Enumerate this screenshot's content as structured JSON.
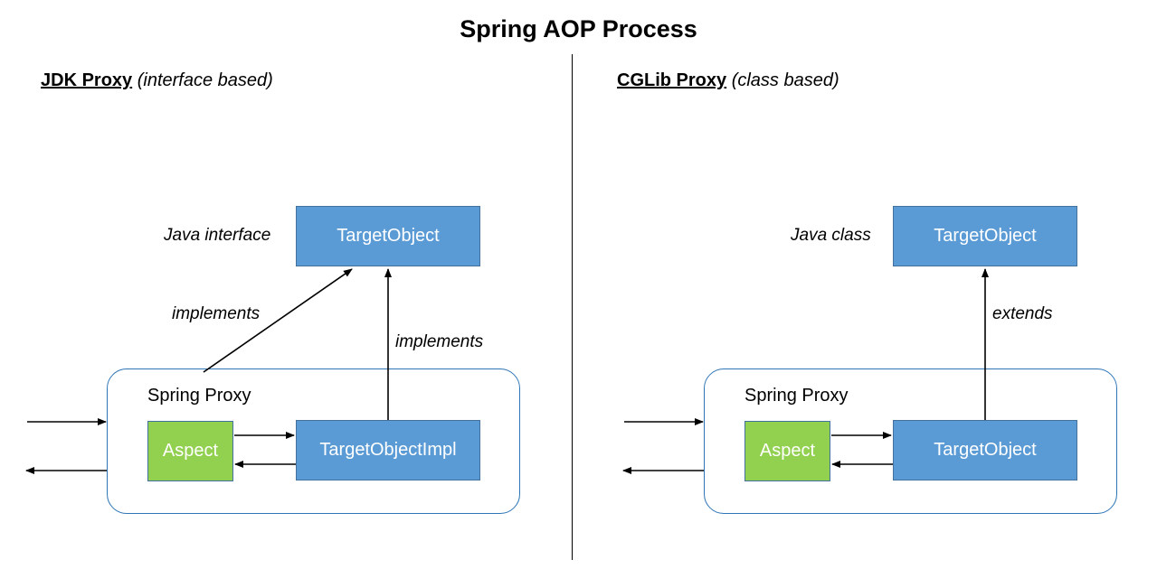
{
  "diagram": {
    "title": "Spring AOP Process",
    "panels": [
      {
        "id": "jdk",
        "heading_strong": "JDK Proxy",
        "heading_italic": "(interface based)",
        "top_label": "Java interface",
        "top_box": "TargetObject",
        "proxy_label": "Spring Proxy",
        "aspect_box": "Aspect",
        "impl_box": "TargetObjectImpl",
        "relation_labels": [
          "implements",
          "implements"
        ]
      },
      {
        "id": "cglib",
        "heading_strong": "CGLib Proxy",
        "heading_italic": "(class based)",
        "top_label": "Java class",
        "top_box": "TargetObject",
        "proxy_label": "Spring Proxy",
        "aspect_box": "Aspect",
        "impl_box": "TargetObject",
        "relation_labels": [
          "extends"
        ]
      }
    ],
    "colors": {
      "box_blue_fill": "#5B9BD5",
      "box_blue_border": "#41719C",
      "box_green_fill": "#92D050",
      "proxy_border": "#2E75B6",
      "arrow": "#000000",
      "divider": "#000000",
      "text_on_box": "#FFFFFF",
      "text": "#000000",
      "background": "#FFFFFF"
    }
  }
}
